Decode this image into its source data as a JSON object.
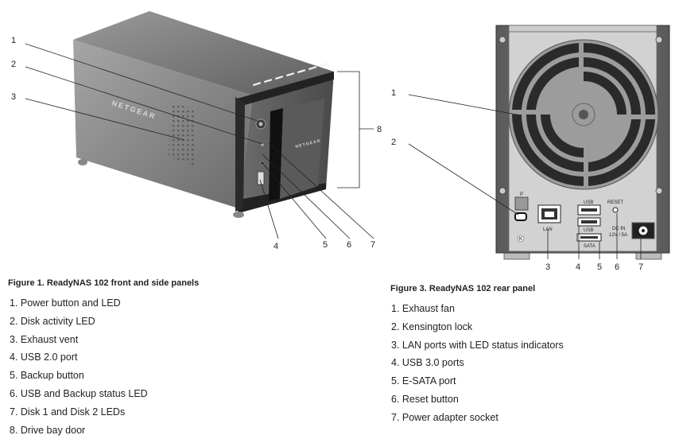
{
  "figure1": {
    "caption": "Figure 1. ReadyNAS 102 front and side panels",
    "brand": "NETGEAR",
    "callouts": [
      "1",
      "2",
      "3",
      "4",
      "5",
      "6",
      "7",
      "8"
    ],
    "items": [
      "1. Power button and LED",
      "2. Disk activity LED",
      "3. Exhaust vent",
      "4. USB 2.0 port",
      "5. Backup button",
      "6. USB and Backup status LED",
      "7. Disk 1 and Disk 2 LEDs",
      "8. Drive bay door"
    ]
  },
  "figure3": {
    "caption": "Figure 3. ReadyNAS 102 rear panel",
    "callouts": [
      "1",
      "2",
      "3",
      "4",
      "5",
      "6",
      "7"
    ],
    "port_labels": {
      "p": "P",
      "lan": "LAN",
      "usb_top": "USB",
      "usb_bottom": "USB",
      "esata": "SATA",
      "reset": "RESET",
      "dc_in_1": "DC IN",
      "dc_in_2": "12V / 5A",
      "k": "K"
    },
    "items": [
      "1. Exhaust fan",
      "2. Kensington lock",
      "3. LAN ports with LED status indicators",
      "4. USB 3.0 ports",
      "5. E-SATA port",
      "6. Reset button",
      "7. Power adapter socket"
    ]
  }
}
